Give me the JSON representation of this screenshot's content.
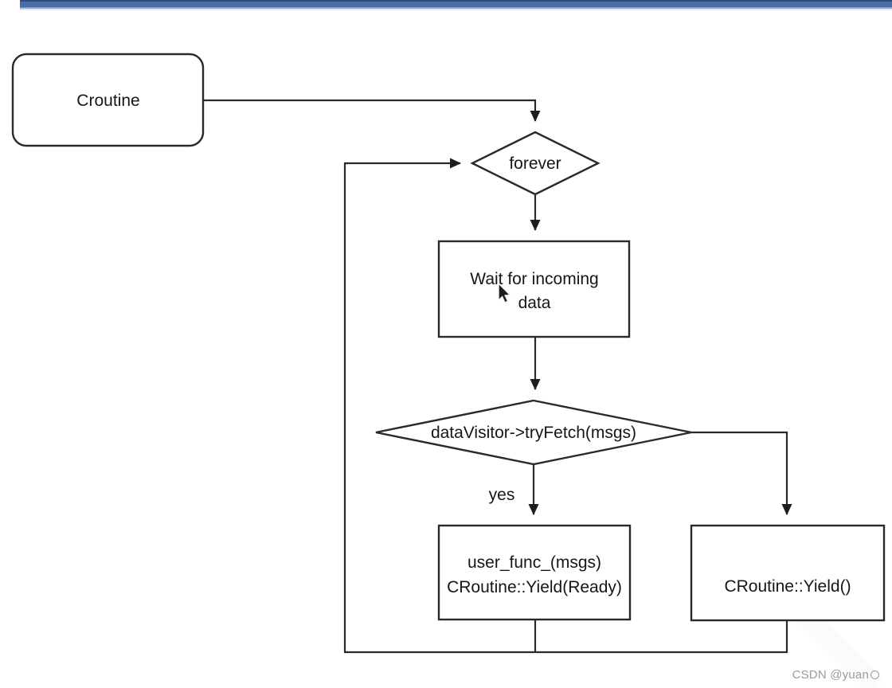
{
  "top_bar": {
    "color": "#4a6da7"
  },
  "diagram": {
    "nodes": [
      {
        "id": "croutine",
        "type": "rounded-rect",
        "label": "Croutine"
      },
      {
        "id": "forever",
        "type": "diamond",
        "label": "forever"
      },
      {
        "id": "wait",
        "type": "rect",
        "lines": [
          "Wait for incoming",
          "data"
        ]
      },
      {
        "id": "tryfetch",
        "type": "diamond",
        "label": "dataVisitor->tryFetch(msgs)"
      },
      {
        "id": "user_func",
        "type": "rect",
        "lines": [
          "user_func_(msgs)",
          "CRoutine::Yield(Ready)"
        ]
      },
      {
        "id": "yield",
        "type": "rect",
        "label": "CRoutine::Yield()"
      }
    ],
    "edge_labels": {
      "yes": "yes"
    }
  },
  "watermark": {
    "text": "CSDN @yuan"
  },
  "colors": {
    "line": "#2a2a2a",
    "top_bar": "#4a6da7",
    "watermark_text": "#9b9b9b"
  }
}
